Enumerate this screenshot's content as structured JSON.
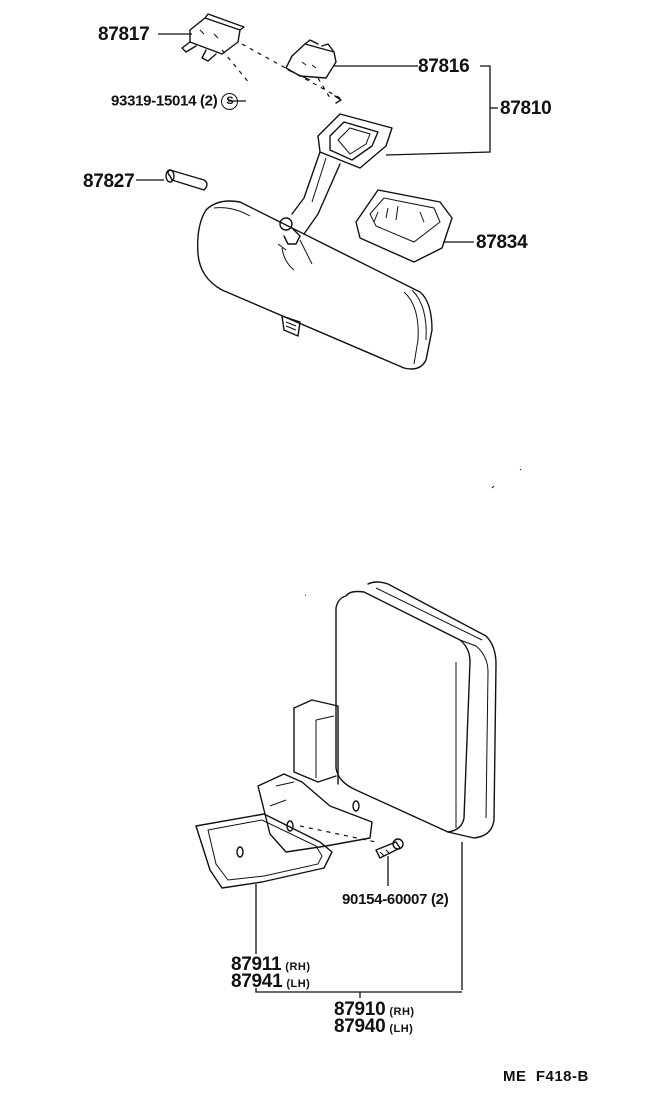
{
  "diagram": {
    "type": "exploded-parts-diagram",
    "subject": "Rear view mirror and outer mirror assembly",
    "code": "ME  F418-B"
  },
  "inner_mirror": {
    "parts": [
      {
        "id": "87817",
        "label": "87817"
      },
      {
        "id": "93319-15014",
        "label": "93319-15014 (2)",
        "symbol": "S"
      },
      {
        "id": "87816",
        "label": "87816"
      },
      {
        "id": "87810",
        "label": "87810"
      },
      {
        "id": "87827",
        "label": "87827"
      },
      {
        "id": "87834",
        "label": "87834"
      }
    ],
    "groups": [
      {
        "label": "87810",
        "includes": [
          "87816",
          "stay"
        ]
      }
    ]
  },
  "outer_mirror": {
    "screw": {
      "label": "90154-60007 (2)"
    },
    "bracket": [
      {
        "number": "87911",
        "side": "(RH)"
      },
      {
        "number": "87941",
        "side": "(LH)"
      }
    ],
    "assembly": [
      {
        "number": "87910",
        "side": "(RH)"
      },
      {
        "number": "87940",
        "side": "(LH)"
      }
    ]
  }
}
